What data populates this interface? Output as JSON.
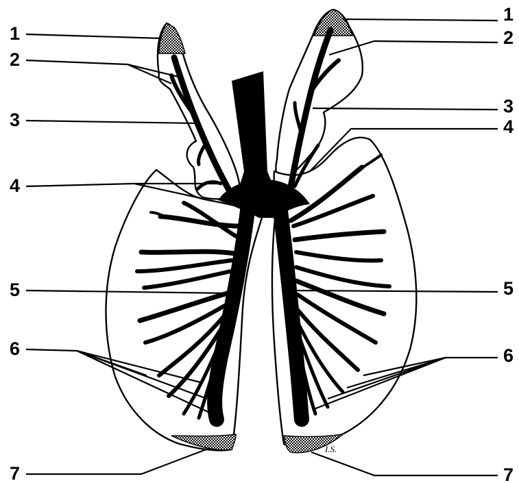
{
  "colors": {
    "ink": "#000000",
    "paper": "#ffffff",
    "stipple": "#000000"
  },
  "labels": {
    "left": [
      "1",
      "2",
      "3",
      "4",
      "5",
      "6",
      "7"
    ],
    "right": [
      "1",
      "2",
      "3",
      "4",
      "5",
      "6",
      "7"
    ]
  },
  "artist_mark": "I.S."
}
